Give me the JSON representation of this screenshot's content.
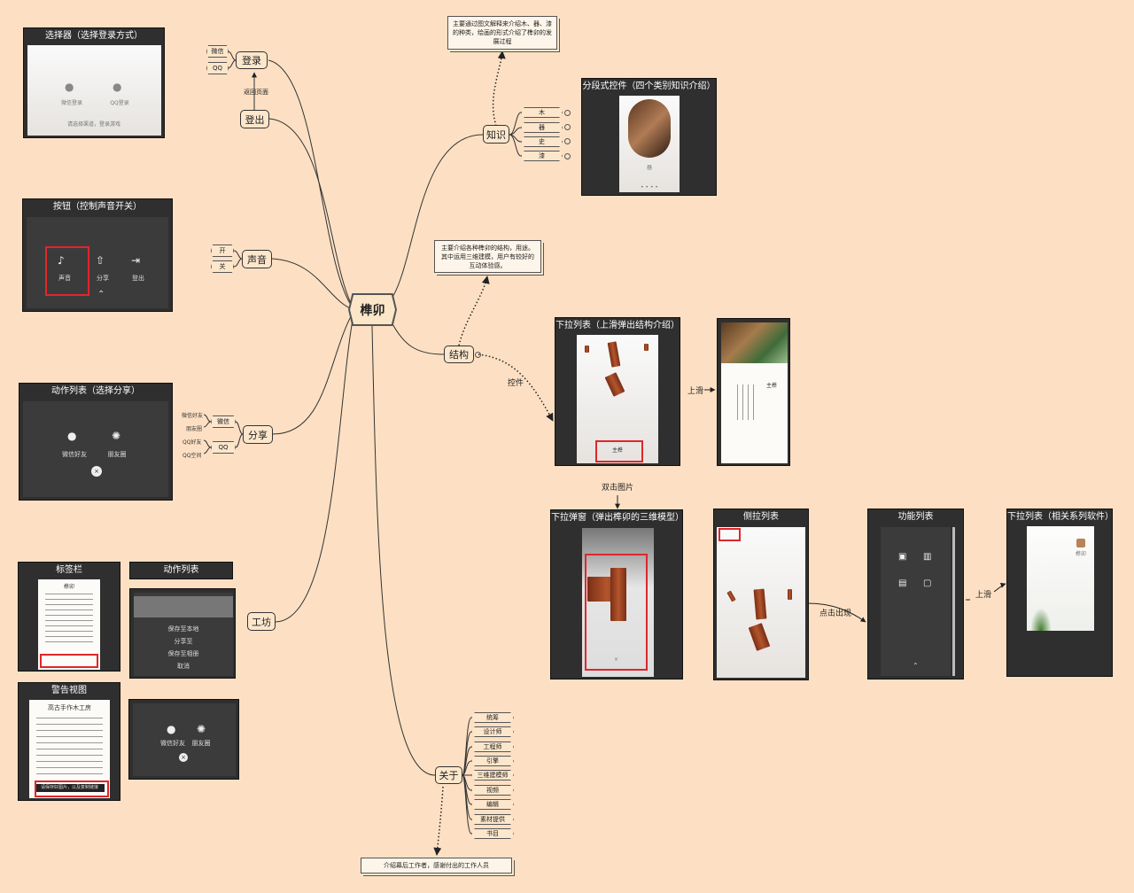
{
  "center": "榫卯",
  "branches": {
    "login": {
      "label": "登录",
      "children": [
        "微信",
        "QQ"
      ]
    },
    "logout": {
      "label": "登出",
      "return_label": "返回页面"
    },
    "sound": {
      "label": "声音",
      "children": [
        "开",
        "关"
      ]
    },
    "share": {
      "label": "分享",
      "groups": [
        {
          "label": "微信",
          "children": [
            "微信好友",
            "朋友圈"
          ]
        },
        {
          "label": "QQ",
          "children": [
            "QQ好友",
            "QQ空间"
          ]
        }
      ]
    },
    "workshop": {
      "label": "工坊"
    },
    "knowledge": {
      "label": "知识",
      "children": [
        "木",
        "器",
        "史",
        "漆"
      ],
      "note": "主要通过图文解释来介绍木、器、漆的种类，绘画的形式介绍了榫卯的发展过程"
    },
    "structure": {
      "label": "结构",
      "note": "主要介绍各种榫卯的结构，用途。其中运用三维建模，用户有较好的互动体验感。",
      "control_label": "控件"
    },
    "about": {
      "label": "关于",
      "children": [
        "统筹",
        "设计师",
        "工程师",
        "引擎",
        "三维建模师",
        "视频",
        "编辑",
        "素材提供",
        "书目"
      ],
      "note": "介绍幕后工作者，感谢付出的工作人员"
    }
  },
  "panels": {
    "selector": {
      "title": "选择器（选择登录方式）",
      "wechat": "微信登录",
      "qq": "QQ登录",
      "footer": "请选择渠道，登录游戏"
    },
    "button": {
      "title": "按钮（控制声音开关）",
      "items": [
        "声音",
        "分享",
        "登出"
      ]
    },
    "action_share": {
      "title": "动作列表（选择分享）",
      "items": [
        "微信好友",
        "朋友圈"
      ]
    },
    "tabbar": {
      "title": "标签栏",
      "header": "榫卯"
    },
    "action_list": {
      "title": "动作列表",
      "items": [
        "保存至本地",
        "分享至",
        "保存至相册",
        "取消"
      ]
    },
    "alert": {
      "title": "警告视图",
      "header": "高古手作木工房",
      "banner": "请保存好图片，以及复制链接"
    },
    "share_popup": {
      "items": [
        "微信好友",
        "朋友圈"
      ]
    },
    "segment": {
      "title": "分段式控件（四个类别知识介绍）",
      "caption": "器"
    },
    "dropdown": {
      "title": "下拉列表（上滑弹出结构介绍）",
      "caption": "主榫"
    },
    "detail": {
      "heading": "主榫"
    },
    "popup3d": {
      "title": "下拉弹窗（弹出榫卯的三维模型）"
    },
    "side": {
      "title": "侧拉列表"
    },
    "function": {
      "title": "功能列表"
    },
    "series": {
      "title": "下拉列表（相关系列软件）",
      "app": "榫卯"
    }
  },
  "arrows": {
    "slide_up_1": "上滑",
    "double_click": "双击图片",
    "click_show": "点击出现",
    "slide_up_2": "上滑"
  },
  "colors": {
    "background": "#fde0c3",
    "highlight": "#e0262b",
    "panel": "#2f2f2f"
  }
}
